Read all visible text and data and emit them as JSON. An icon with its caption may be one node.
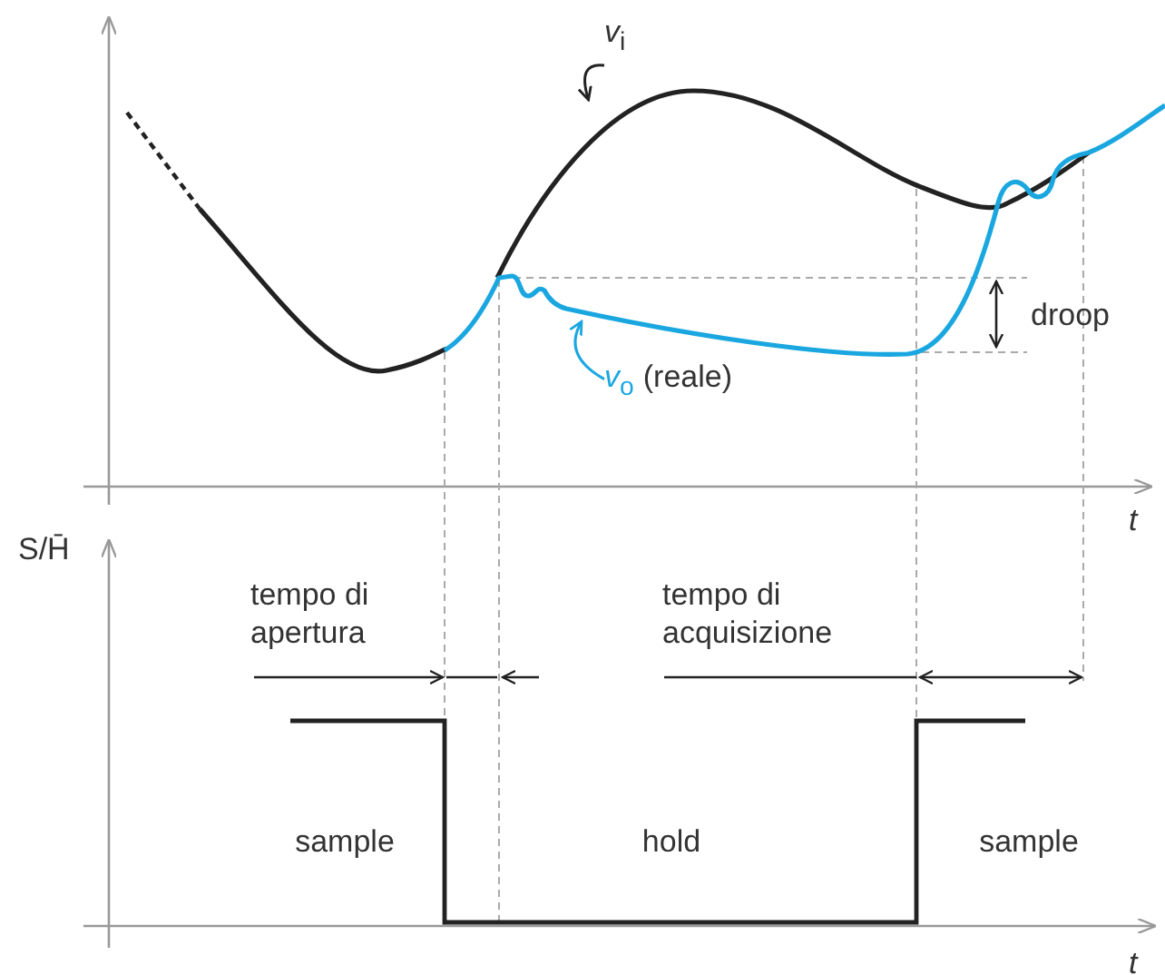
{
  "diagram": {
    "nodes": [
      {
        "text": [
          "*v*$_{i}$"
        ]
      },
      {
        "text": [
          "*v*$_{o}$",
          "(reale)"
        ]
      }
    ],
    "edges": [
      {
        "from": 0,
        "to": null,
        "arrow": "to"
      },
      {
        "from": 1,
        "to": null,
        "arrow": "to",
        "color": "#1aa7e0"
      }
    ],
    "labels": [
      "droop",
      "t",
      "S/H̄",
      "tempo di apertura",
      "tempo di acquisizione",
      "sample",
      "hold",
      "sample",
      "t"
    ]
  }
}
